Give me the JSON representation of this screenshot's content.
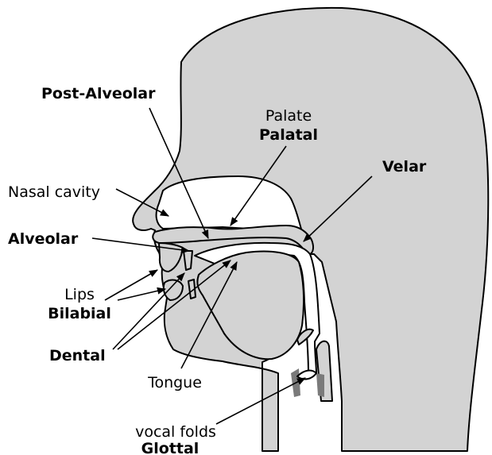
{
  "labels": {
    "post_alveolar": "Post-Alveolar",
    "palate": "Palate",
    "palatal": "Palatal",
    "velar": "Velar",
    "nasal_cavity": "Nasal cavity",
    "alveolar": "Alveolar",
    "lips": "Lips",
    "bilabial": "Bilabial",
    "dental": "Dental",
    "tongue": "Tongue",
    "vocal_folds": "vocal folds",
    "glottal": "Glottal"
  },
  "colors": {
    "tissue": "#d3d3d3",
    "cavity": "#ffffff",
    "outline": "#000000",
    "vocal_fold_shadow": "#7a7a7a"
  }
}
